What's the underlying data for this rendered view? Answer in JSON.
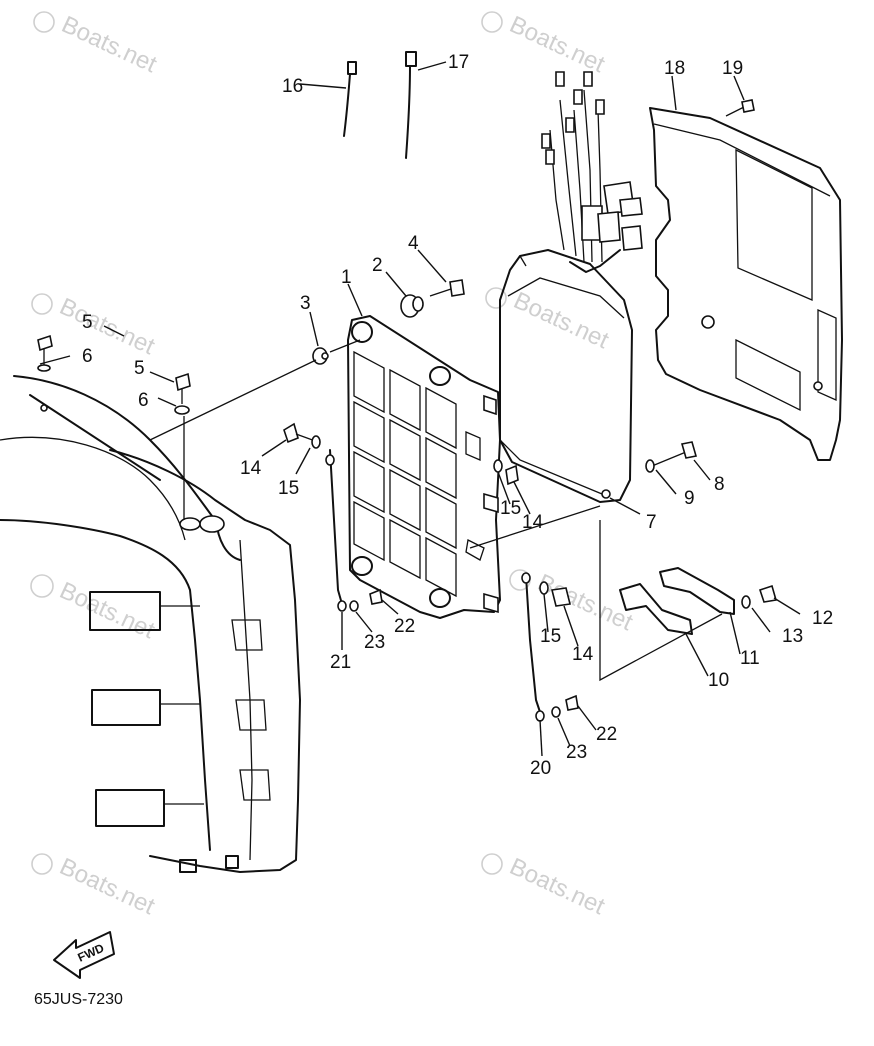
{
  "diagram": {
    "drawing_code": "65JUS-7230",
    "fwd_label": "FWD",
    "watermark": "Boats.net",
    "part_numbers": [
      "1",
      "2",
      "3",
      "4",
      "5",
      "5",
      "6",
      "6",
      "7",
      "8",
      "9",
      "10",
      "11",
      "12",
      "13",
      "14",
      "14",
      "14",
      "15",
      "15",
      "15",
      "16",
      "17",
      "18",
      "19",
      "20",
      "21",
      "22",
      "22",
      "23",
      "23"
    ]
  }
}
